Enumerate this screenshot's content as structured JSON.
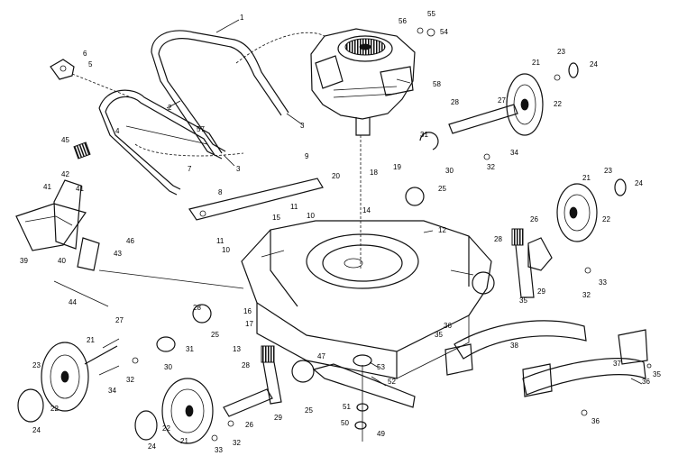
{
  "labels": {
    "l1": "1",
    "l2": "2",
    "l3a": "3",
    "l3b": "3",
    "l4": "4",
    "l5": "5",
    "l6": "6",
    "l7": "7",
    "l8": "8",
    "l9": "9",
    "l10a": "10",
    "l10b": "10",
    "l11a": "11",
    "l11b": "11",
    "l12": "12",
    "l13": "13",
    "l14": "14",
    "l15": "15",
    "l16": "16",
    "l17": "17",
    "l18": "18",
    "l19": "19",
    "l20": "20",
    "l21a": "21",
    "l21b": "21",
    "l21c": "21",
    "l21d": "21",
    "l22a": "22",
    "l22b": "22",
    "l22c": "22",
    "l22d": "22",
    "l23a": "23",
    "l23b": "23",
    "l23c": "23",
    "l24a": "24",
    "l24b": "24",
    "l24c": "24",
    "l24d": "24",
    "l25a": "25",
    "l25b": "25",
    "l25c": "25",
    "l26a": "26",
    "l26b": "26",
    "l27a": "27",
    "l27b": "27",
    "l28a": "28",
    "l28b": "28",
    "l28c": "28",
    "l28d": "28",
    "l29a": "29",
    "l29b": "29",
    "l30a": "30",
    "l30b": "30",
    "l31a": "31",
    "l31b": "31",
    "l32a": "32",
    "l32b": "32",
    "l32c": "32",
    "l32d": "32",
    "l33a": "33",
    "l33b": "33",
    "l34a": "34",
    "l34b": "34",
    "l35a": "35",
    "l35b": "35",
    "l35c": "35",
    "l36a": "36",
    "l36b": "36",
    "l36c": "36",
    "l37": "37",
    "l38": "38",
    "l39": "39",
    "l40": "40",
    "l41a": "41",
    "l41b": "41",
    "l42": "42",
    "l43": "43",
    "l44": "44",
    "l45": "45",
    "l46": "46",
    "l47": "47",
    "l49": "49",
    "l50": "50",
    "l51": "51",
    "l52": "52",
    "l53": "53",
    "l54": "54",
    "l55": "55",
    "l56": "56",
    "l57": "57",
    "l58": "58"
  }
}
